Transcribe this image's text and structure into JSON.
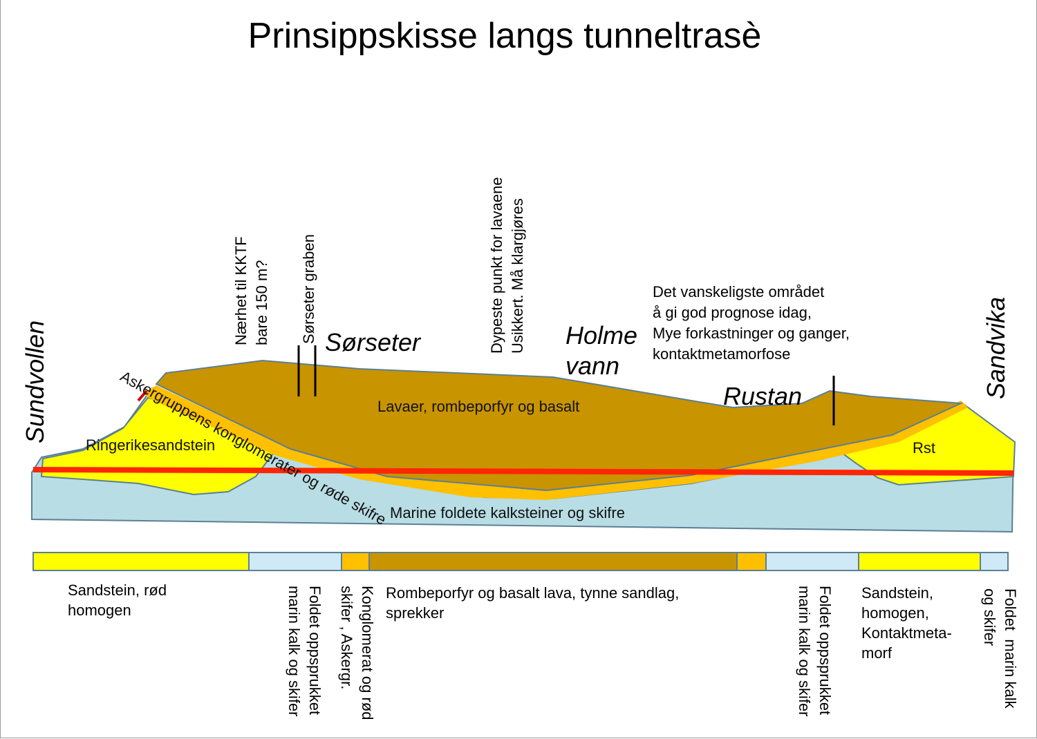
{
  "title": "Prinsippskisse langs tunneltrasè",
  "places": {
    "sundvollen": "Sundvollen",
    "sorseter": "Sørseter",
    "holmevann": "Holme\nvann",
    "rustan": "Rustan",
    "sandvika": "Sandvika"
  },
  "annotations": {
    "kktf": "Nærhet til KKTF\nbare 150 m?",
    "graben": "Sørseter graben",
    "dypeste": "Dypeste punkt for lavaene\nUsikkert. Må klargjøres",
    "vanskeligste": "Det vanskeligste området\nå gi god prognose idag,\nMye forkastninger og ganger,\nkontaktmetamorfose"
  },
  "layers": {
    "lavaer": "Lavaer, rombeporfyr og basalt",
    "ringerike": "Ringerikesandstein",
    "rst": "Rst",
    "askergruppen": "Askergruppens konglomerater og røde skifre",
    "marine": "Marine foldete kalksteiner og skifre"
  },
  "legend": {
    "sandstein_rod": "Sandstein, rød\nhomogen",
    "foldet1": "Foldet oppsprukket\nmarin kalk og skifer",
    "konglomerat": "Konglomerat og rød\nskifer , Askergr.",
    "rombeporfyr": "Rombeporfyr og basalt lava, tynne sandlag,\nsprekker",
    "foldet2": "Foldet oppsprukket\nmarin kalk og skifer",
    "sandstein_homogen": "Sandstein,\nhomogen,\nKontaktmeta-\nmorf",
    "foldet3": "Foldet  marin kalk\nog skifer"
  },
  "colors": {
    "lava": "#c89400",
    "sandstone": "#ffff00",
    "marine": "#b8dde4",
    "askergruppen": "#ffc000",
    "tunnel": "#ff2600",
    "legend_blue": "#cfe9f6",
    "border": "#5b7f95"
  }
}
